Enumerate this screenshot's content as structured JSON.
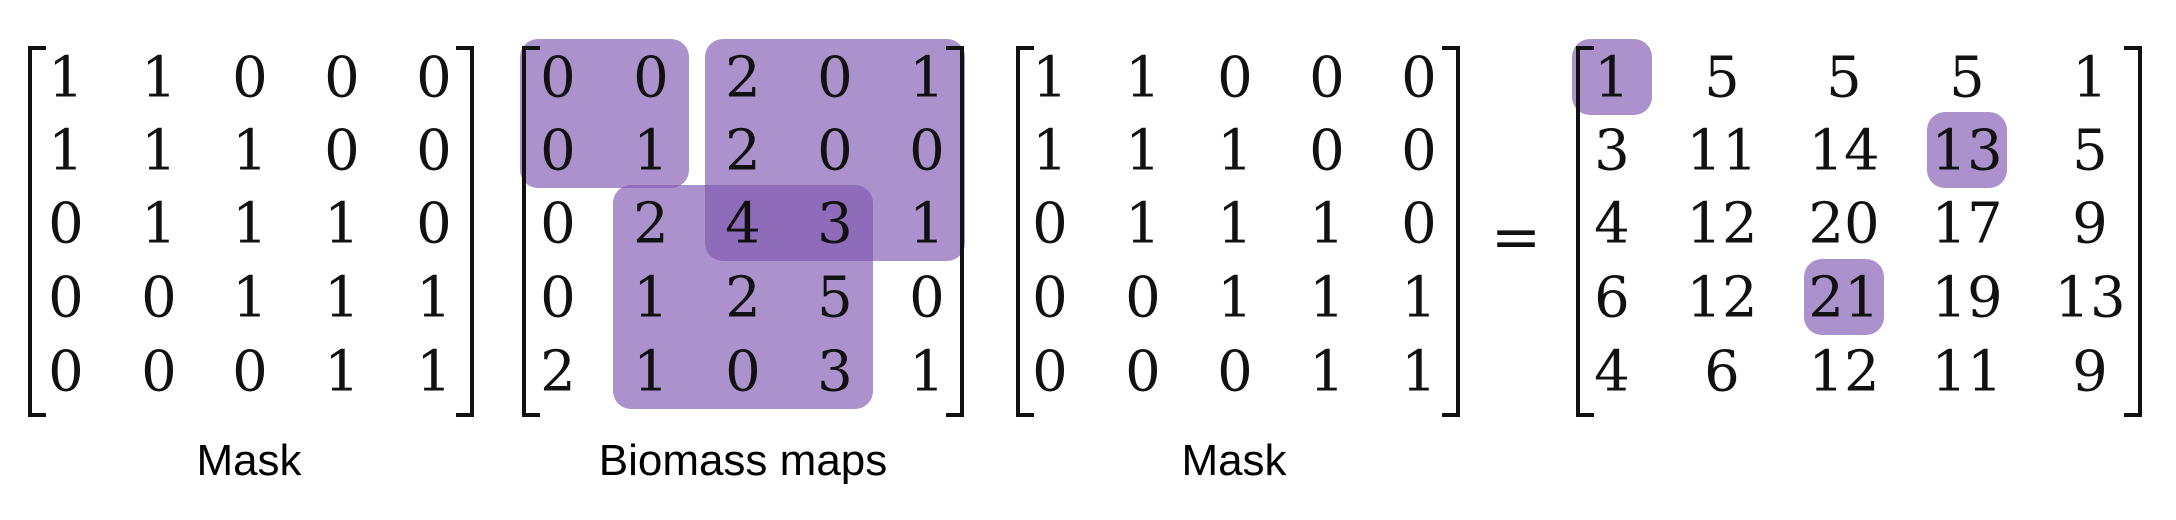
{
  "colors": {
    "highlight": "#7e57b0",
    "highlight_opacity": 0.65,
    "text": "#111111",
    "bracket": "#111111"
  },
  "matrices": [
    {
      "id": "mask-1",
      "caption": "Mask",
      "values": [
        [
          1,
          1,
          0,
          0,
          0
        ],
        [
          1,
          1,
          1,
          0,
          0
        ],
        [
          0,
          1,
          1,
          1,
          0
        ],
        [
          0,
          0,
          1,
          1,
          1
        ],
        [
          0,
          0,
          0,
          1,
          1
        ]
      ],
      "highlights": []
    },
    {
      "id": "biomass",
      "caption": "Biomass maps",
      "values": [
        [
          0,
          0,
          2,
          0,
          1
        ],
        [
          0,
          1,
          2,
          0,
          0
        ],
        [
          0,
          2,
          4,
          3,
          1
        ],
        [
          0,
          1,
          2,
          5,
          0
        ],
        [
          2,
          1,
          0,
          3,
          1
        ]
      ],
      "highlights": [
        {
          "rows": [
            0,
            1
          ],
          "cols": [
            0,
            1
          ]
        },
        {
          "rows": [
            0,
            2
          ],
          "cols": [
            2,
            4
          ]
        },
        {
          "rows": [
            2,
            4
          ],
          "cols": [
            1,
            3
          ]
        }
      ]
    },
    {
      "id": "mask-2",
      "caption": "Mask",
      "values": [
        [
          1,
          1,
          0,
          0,
          0
        ],
        [
          1,
          1,
          1,
          0,
          0
        ],
        [
          0,
          1,
          1,
          1,
          0
        ],
        [
          0,
          0,
          1,
          1,
          1
        ],
        [
          0,
          0,
          0,
          1,
          1
        ]
      ],
      "highlights": []
    },
    {
      "id": "result",
      "caption": "",
      "values": [
        [
          1,
          5,
          5,
          5,
          1
        ],
        [
          3,
          11,
          14,
          13,
          5
        ],
        [
          4,
          12,
          20,
          17,
          9
        ],
        [
          6,
          12,
          21,
          19,
          13
        ],
        [
          4,
          6,
          12,
          11,
          9
        ]
      ],
      "highlights": [
        {
          "rows": [
            0,
            0
          ],
          "cols": [
            0,
            0
          ]
        },
        {
          "rows": [
            1,
            1
          ],
          "cols": [
            3,
            3
          ]
        },
        {
          "rows": [
            3,
            3
          ],
          "cols": [
            2,
            2
          ]
        }
      ]
    }
  ],
  "operator": "="
}
